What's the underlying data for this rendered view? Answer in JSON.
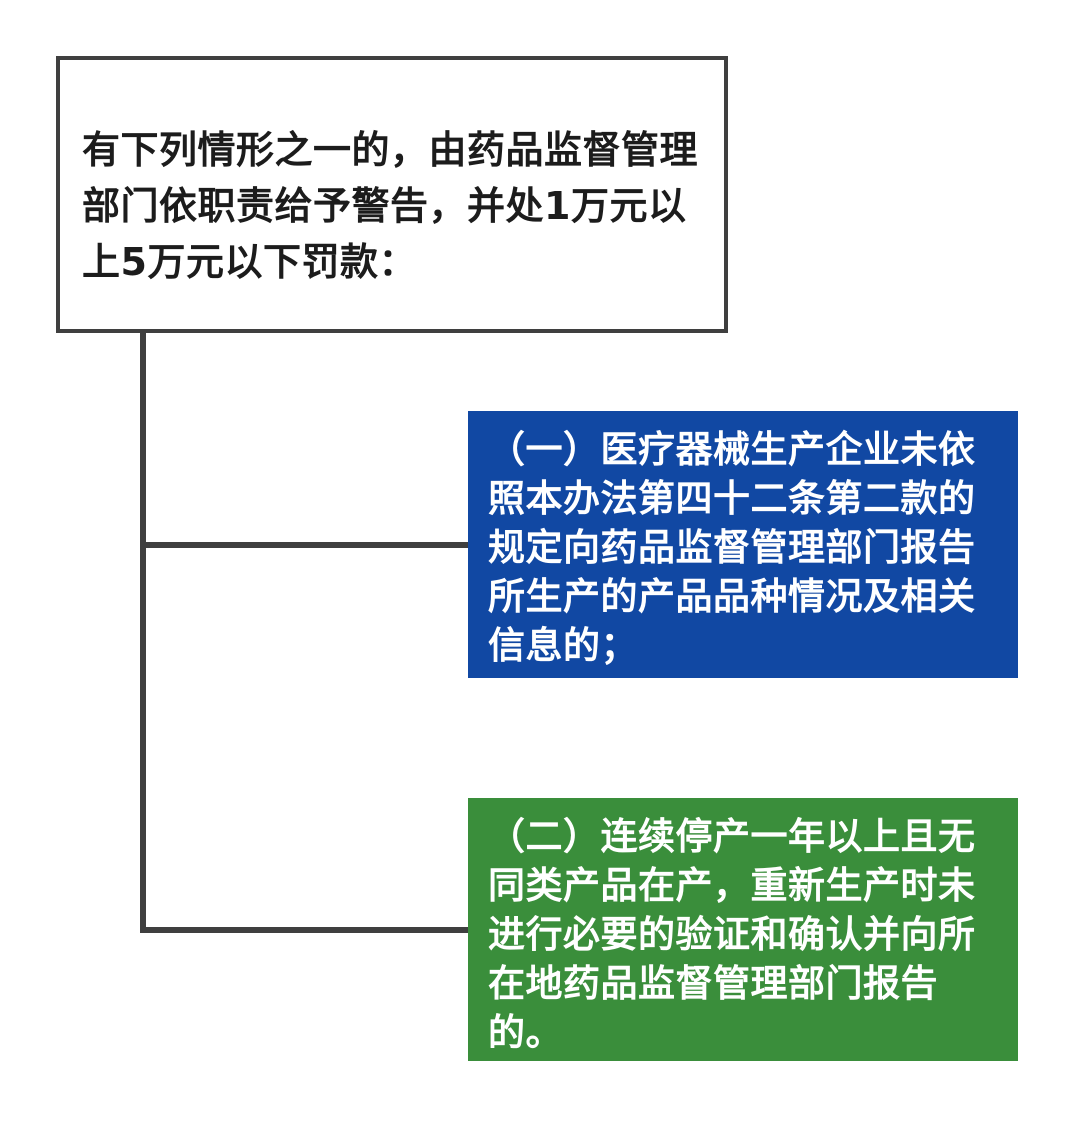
{
  "root": {
    "text": "有下列情形之一的，由药品监督管理部门依职责给予警告，并处1万元以上5万元以下罚款："
  },
  "items": [
    {
      "text": "（一）医疗器械生产企业未依照本办法第四十二条第二款的规定向药品监督管理部门报告所生产的产品品种情况及相关信息的；"
    },
    {
      "text": "（二）连续停产一年以上且无同类产品在产，重新生产时未进行必要的验证和确认并向所在地药品监督管理部门报告的。"
    }
  ],
  "colors": {
    "border": "#3f3f3f",
    "item_1_fill": "#1148a3",
    "item_2_fill": "#3a8e3b",
    "item_text": "#ffffff",
    "root_text": "#1c1c1c"
  }
}
